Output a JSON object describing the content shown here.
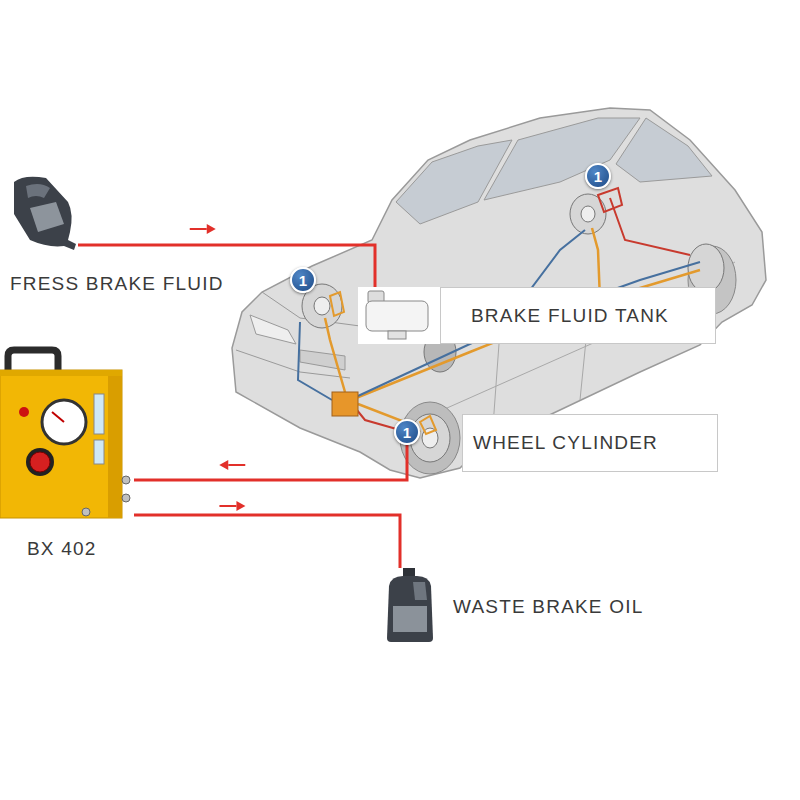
{
  "diagram": {
    "nodes": [
      {
        "text": [
          "1"
        ]
      },
      {
        "text": [
          "FRESS BRAKE FLUID"
        ]
      },
      {
        "text": [
          "1"
        ]
      },
      {
        "text": [
          "BRAKE FLUID TANK"
        ]
      },
      {
        "text": [
          "BX 402"
        ]
      },
      {
        "text": [
          "1"
        ]
      },
      {
        "text": [
          "WHEEL CYLINDER"
        ]
      },
      {
        "text": [
          "WASTE BRAKE OIL"
        ]
      }
    ],
    "edges": [
      {
        "from": 1,
        "to": 3,
        "arrow": "to"
      },
      {
        "from": 5,
        "to": 4,
        "arrow": "to"
      },
      {
        "from": 4,
        "to": 7,
        "arrow": "to"
      }
    ]
  }
}
